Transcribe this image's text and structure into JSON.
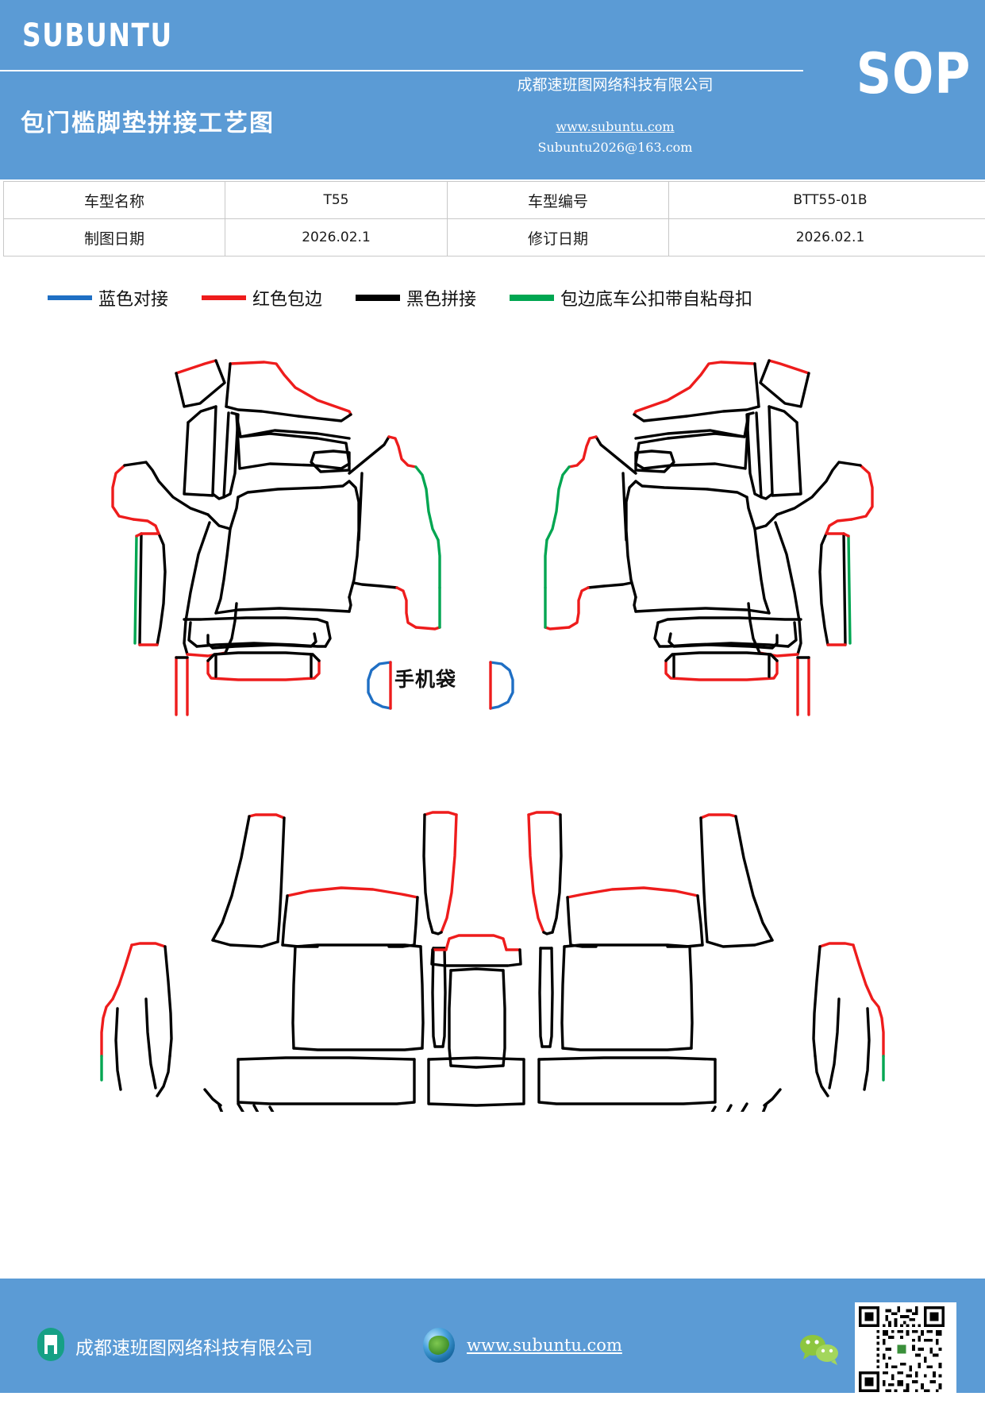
{
  "header": {
    "brand": "SUBUNTU",
    "sop_badge": "SOP",
    "doc_title": "包门槛脚垫拼接工艺图",
    "company": "成都速班图网络科技有限公司",
    "url": "www.subuntu.com",
    "email": "Subuntu2026@163.com"
  },
  "info_table": {
    "rows": [
      {
        "label1": "车型名称",
        "value1": "T55",
        "label2": "车型编号",
        "value2": "BTT55-01B"
      },
      {
        "label1": "制图日期",
        "value1": "2026.02.1",
        "label2": "修订日期",
        "value2": "2026.02.1"
      }
    ]
  },
  "legend": {
    "items": [
      {
        "label": "蓝色对接",
        "color": "#1f6fc4",
        "icon": "line-swatch-blue"
      },
      {
        "label": "红色包边",
        "color": "#ee1c1c",
        "icon": "line-swatch-red"
      },
      {
        "label": "黑色拼接",
        "color": "#000000",
        "icon": "line-swatch-black"
      },
      {
        "label": "包边底车公扣带自粘母扣",
        "color": "#00a651",
        "icon": "line-swatch-green"
      }
    ]
  },
  "drawings": {
    "top_caption": "手机袋",
    "top_diagram_name": "front-floor-mat-pattern",
    "bottom_diagram_name": "rear-floor-mat-pattern"
  },
  "footer": {
    "company": "成都速班图网络科技有限公司",
    "url": "www.subuntu.com"
  },
  "colors": {
    "brand_blue": "#5b9bd5",
    "red": "#ee1c1c",
    "green": "#00a651",
    "blue": "#1f6fc4",
    "black": "#000000"
  }
}
